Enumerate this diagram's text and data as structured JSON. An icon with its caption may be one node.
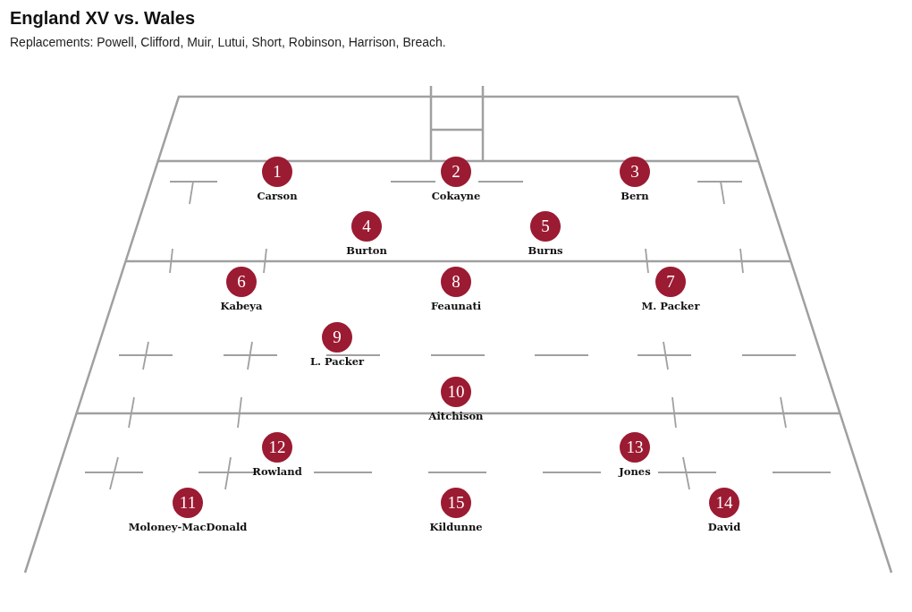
{
  "diagram": {
    "title": "England XV vs. Wales",
    "caption": "Replacements: Powell, Clifford, Muir, Lutui, Short, Robinson, Harrison, Breach.",
    "nodes": [
      {
        "text": [
          "1",
          "Carson"
        ]
      },
      {
        "text": [
          "2",
          "Cokayne"
        ]
      },
      {
        "text": [
          "3",
          "Bern"
        ]
      },
      {
        "text": [
          "4",
          "Burton"
        ]
      },
      {
        "text": [
          "5",
          "Burns"
        ]
      },
      {
        "text": [
          "6",
          "Kabeya"
        ]
      },
      {
        "text": [
          "8",
          "Feaunati"
        ]
      },
      {
        "text": [
          "7",
          "M. Packer"
        ]
      },
      {
        "text": [
          "9",
          "L. Packer"
        ]
      },
      {
        "text": [
          "10",
          "Aitchison"
        ]
      },
      {
        "text": [
          "12",
          "Rowland"
        ]
      },
      {
        "text": [
          "13",
          "Jones"
        ]
      },
      {
        "text": [
          "11",
          "Moloney-MacDonald"
        ]
      },
      {
        "text": [
          "15",
          "Kildunne"
        ]
      },
      {
        "text": [
          "14",
          "David"
        ]
      }
    ],
    "edges": []
  }
}
